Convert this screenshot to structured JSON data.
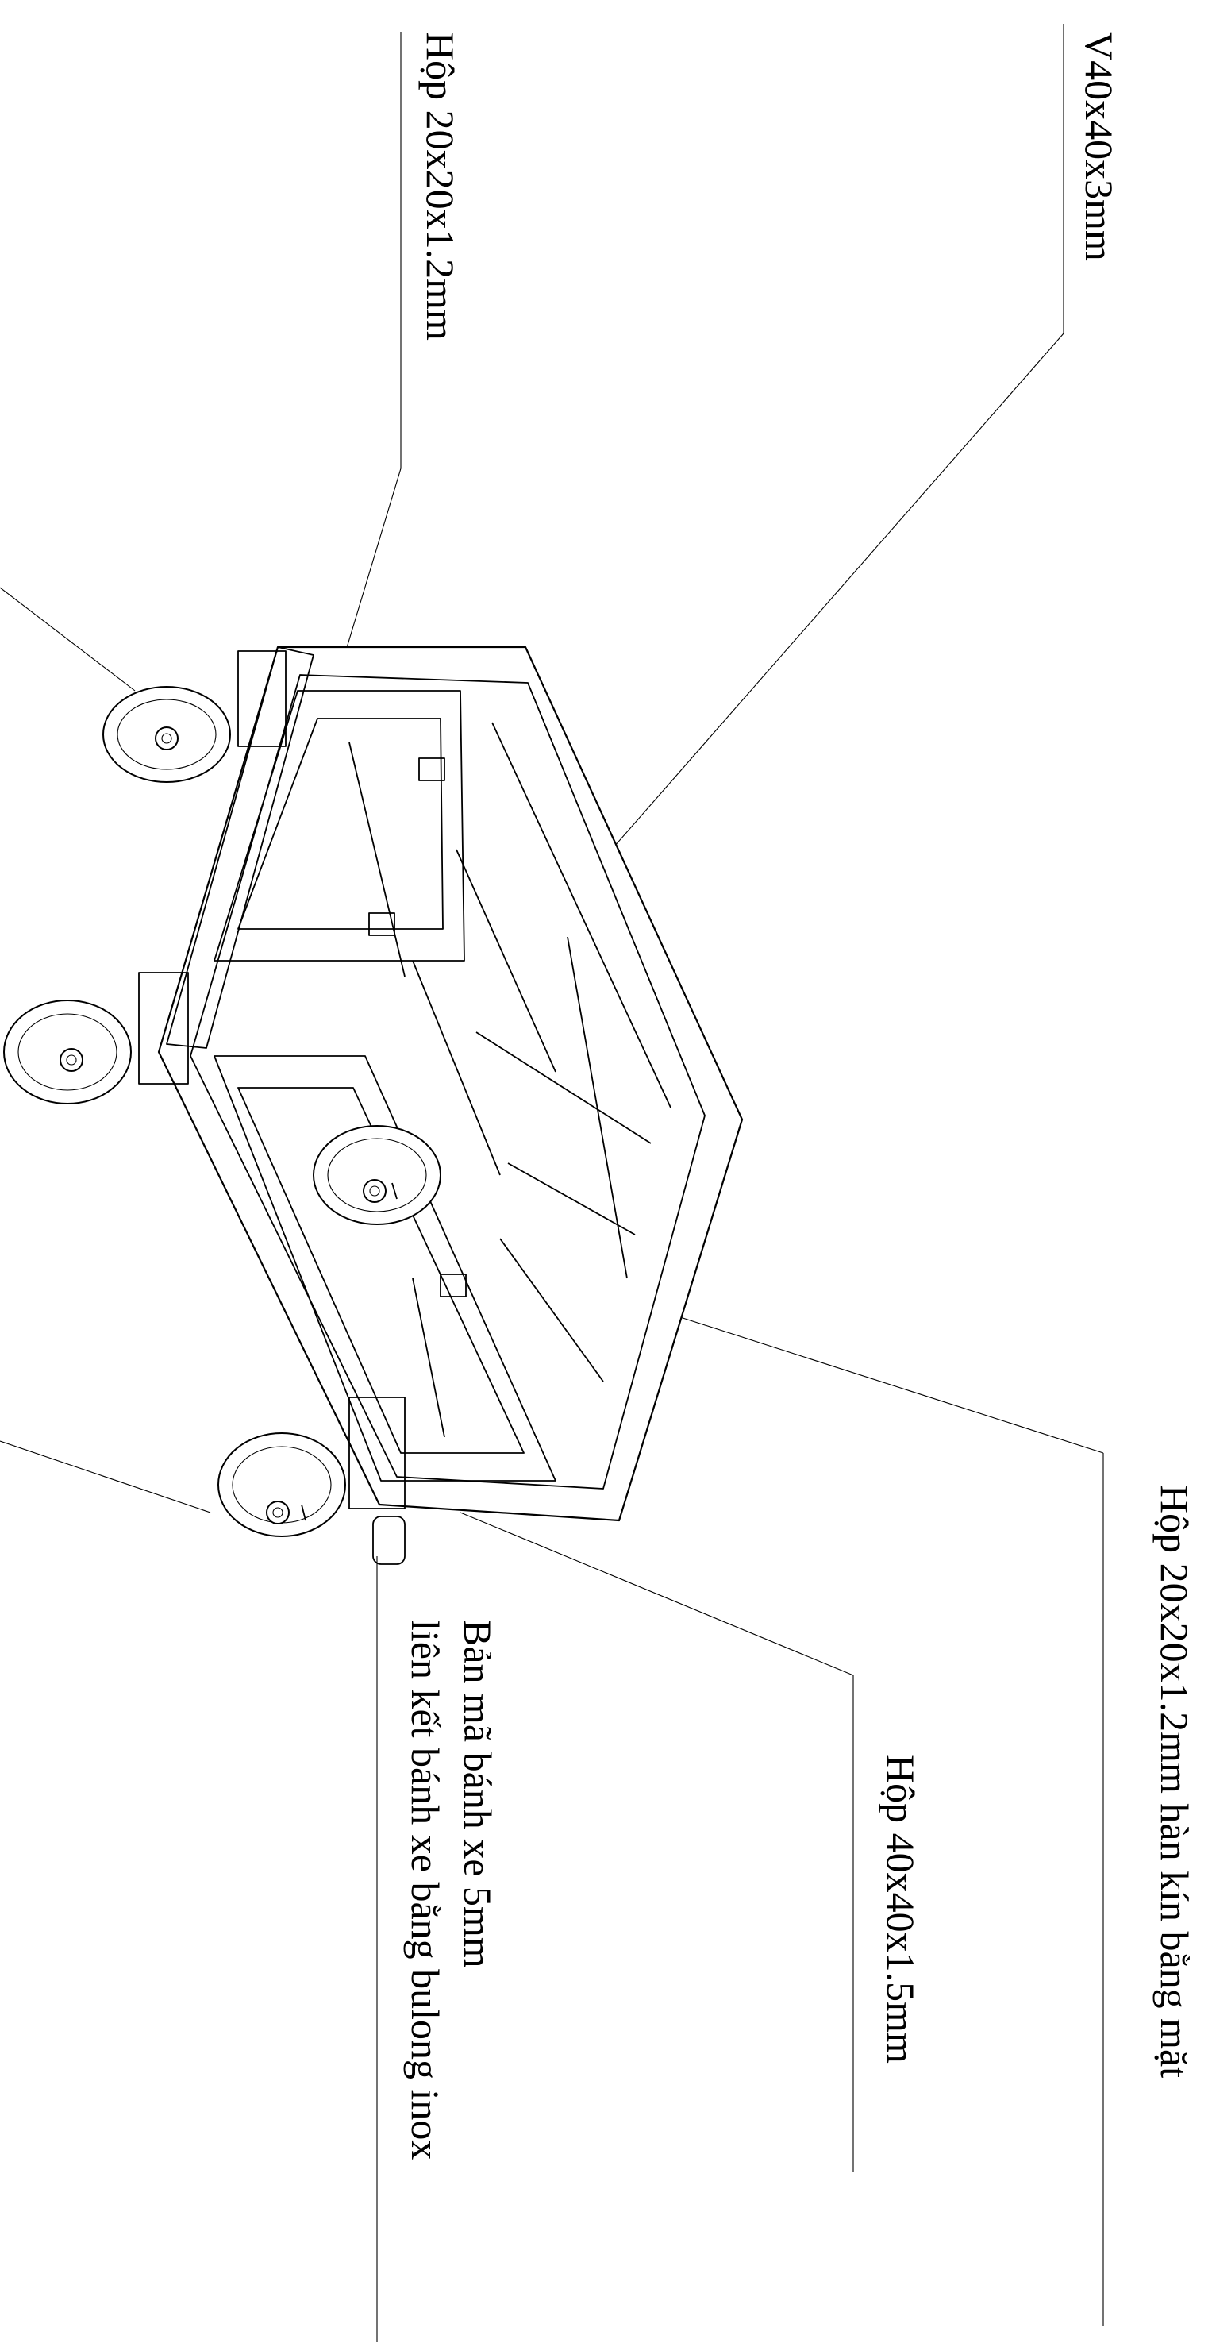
{
  "labels": {
    "v_angle": "V40x40x3mm",
    "box_top": "Hộp 20x20x1.2mm",
    "box_bottom_weld": "Hộp 20x20x1.2mm hàn kín bằng mặt",
    "box_40": "Hộp 40x40x1.5mm",
    "plate_line1": "Bản mã bánh xe 5mm",
    "plate_line2": "liên kết bánh xe bằng bulong inox"
  }
}
